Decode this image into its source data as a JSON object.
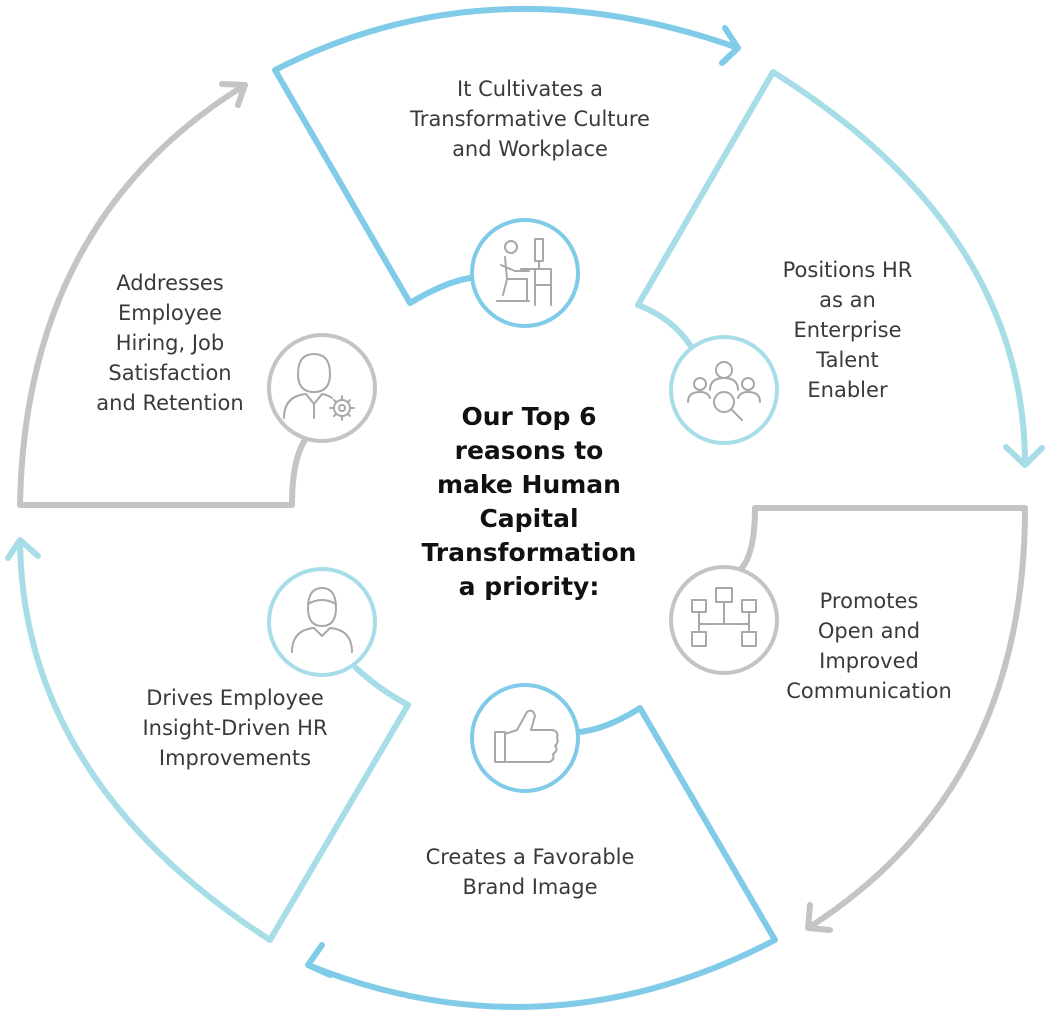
{
  "center": {
    "title": "Our Top 6\nreasons to\nmake Human\nCapital\nTransformation\na priority:"
  },
  "reasons": [
    {
      "id": "culture",
      "icon": "workstation-icon",
      "text": "It Cultivates a\nTransformative Culture\nand Workplace"
    },
    {
      "id": "talent",
      "icon": "talent-search-icon",
      "text": "Positions HR\nas an\nEnterprise\nTalent\nEnabler"
    },
    {
      "id": "communication",
      "icon": "org-chart-icon",
      "text": "Promotes\nOpen and\nImproved\nCommunication"
    },
    {
      "id": "brand",
      "icon": "thumbs-up-icon",
      "text": "Creates a Favorable\nBrand Image"
    },
    {
      "id": "insight",
      "icon": "employee-icon",
      "text": "Drives Employee\nInsight-Driven HR\nImprovements"
    },
    {
      "id": "hiring",
      "icon": "employee-gear-icon",
      "text": "Addresses\nEmployee\nHiring, Job\nSatisfaction\nand Retention"
    }
  ],
  "colors": {
    "blue": "#7fcbe8",
    "light_blue": "#a6dde7",
    "gray": "#c4c4c4",
    "icon_gray": "#a8a8a8",
    "text": "#3a3a3a",
    "title": "#111111"
  }
}
